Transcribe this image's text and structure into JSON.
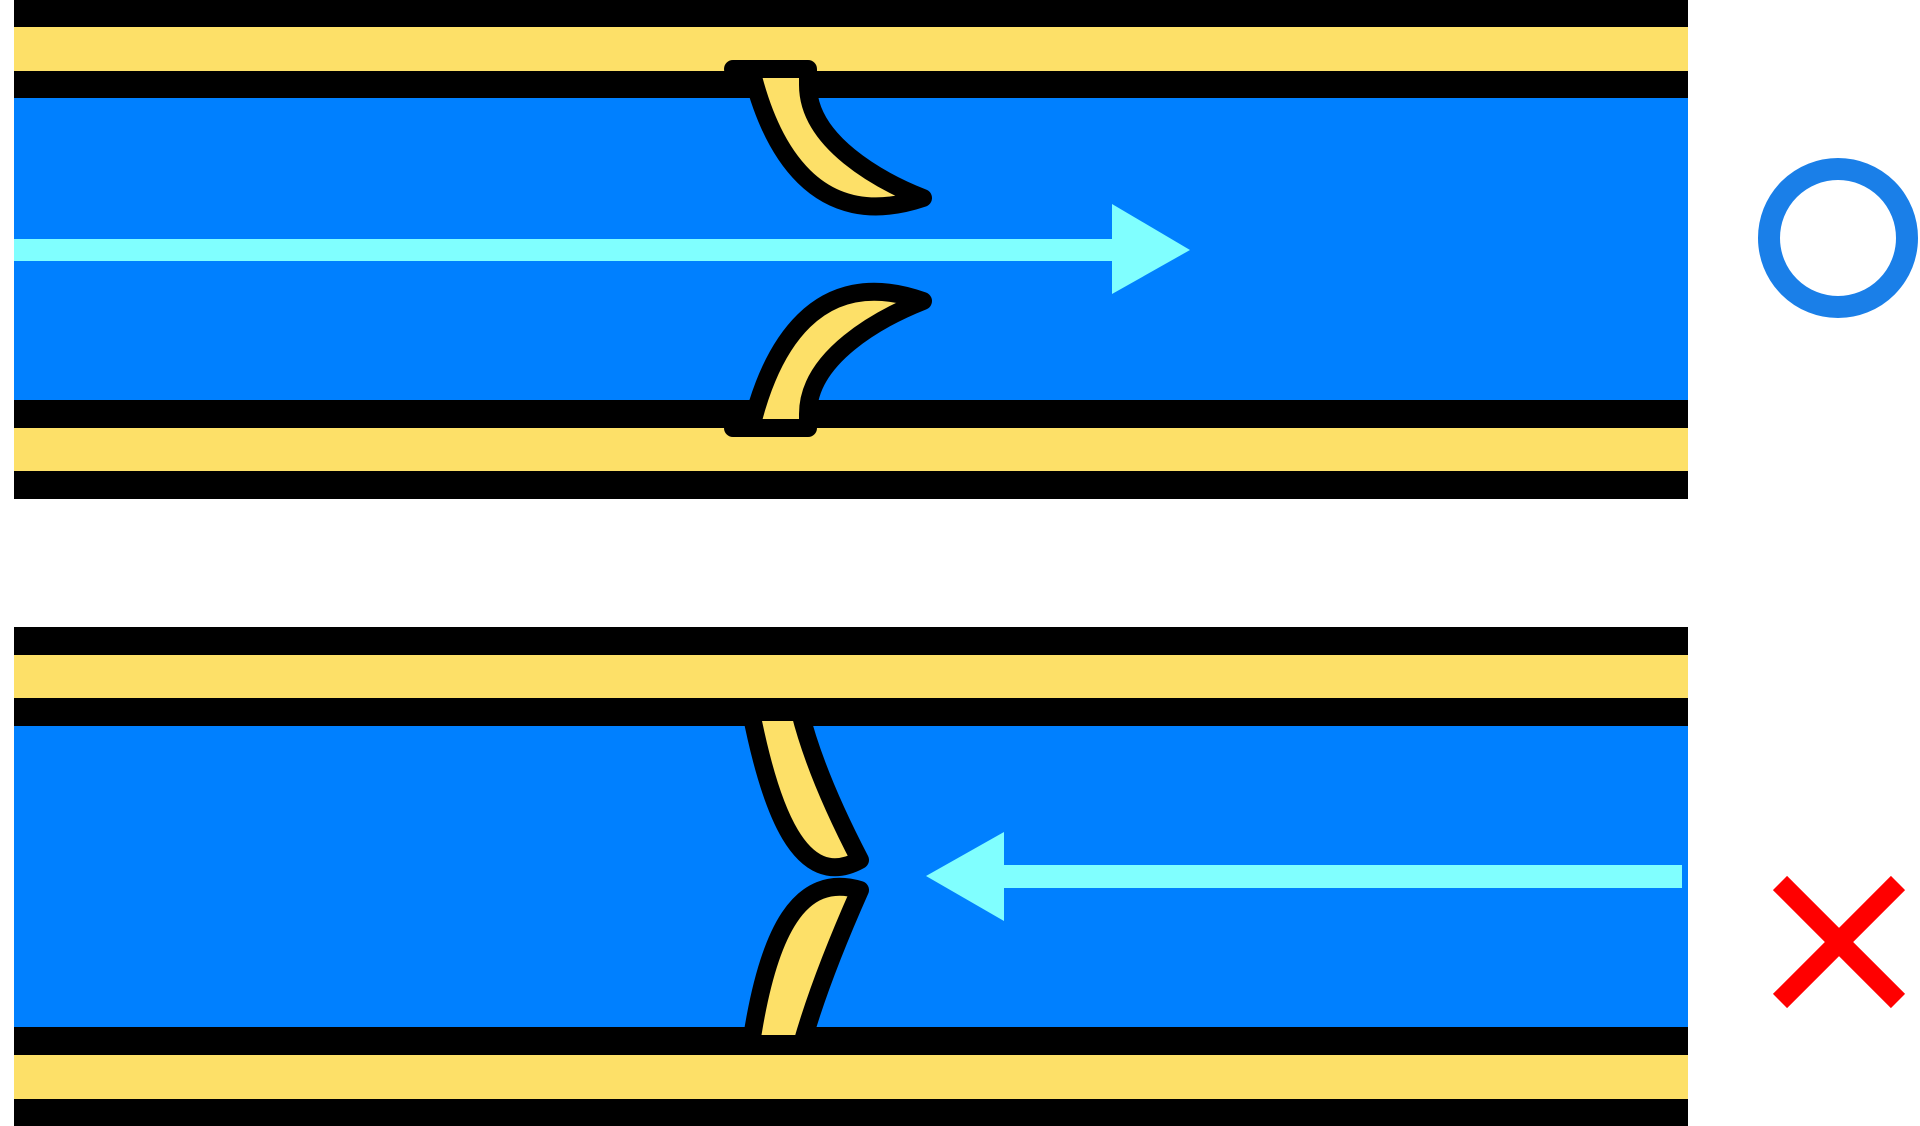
{
  "panels": [
    {
      "id": "forward",
      "flow_direction": "left-to-right",
      "valve_state": "open",
      "result": "allowed",
      "result_symbol": "circle"
    },
    {
      "id": "backward",
      "flow_direction": "right-to-left",
      "valve_state": "closed",
      "result": "blocked",
      "result_symbol": "cross"
    }
  ],
  "colors": {
    "vessel_wall": "#fde068",
    "outline": "#000000",
    "lumen": "#0080ff",
    "flow_arrow": "#80ffff",
    "ok_mark": "#1a7fe8",
    "ng_mark": "#ff0000",
    "background": "#ffffff"
  }
}
